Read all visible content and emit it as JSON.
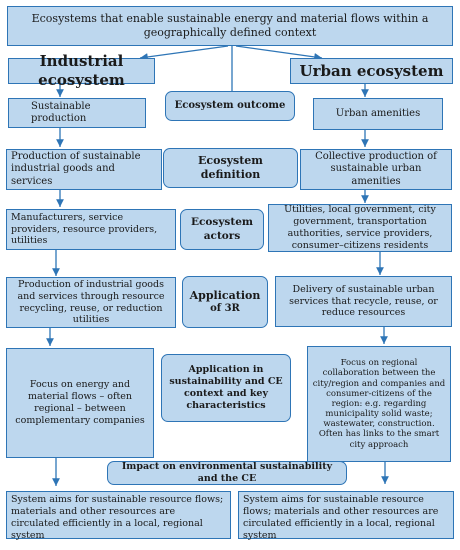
{
  "top": {
    "title": "Ecosystems that enable sustainable energy and material flows within a geographically defined context"
  },
  "left": {
    "header": "Industrial ecosystem",
    "outcome": "Sustainable production",
    "definition": "Production of sustainable industrial goods and services",
    "actors": "Manufacturers, service providers, resource providers, utilities",
    "application": "Production of industrial goods and services through resource recycling, reuse, or reduction utilities",
    "characteristics": "Focus on energy and material flows – often regional – between complementary companies",
    "impact": "System aims for sustainable resource flows; materials and other resources are circulated efficiently in a local, regional system"
  },
  "right": {
    "header": "Urban ecosystem",
    "outcome": "Urban amenities",
    "definition": "Collective production of sustainable urban amenities",
    "actors": "Utilities, local government, city government, transportation authorities, service providers, consumer–citizens residents",
    "application": "Delivery of sustainable urban services that recycle, reuse, or reduce resources",
    "characteristics": "Focus on regional collaboration between the city/region and companies and consumer-citizens of the region: e.g. regarding municipality solid waste; wastewater, construction. Often has links to the smart city approach",
    "impact": "System aims for sustainable resource flows; materials and other resources are circulated efficiently in a local, regional system"
  },
  "center": {
    "outcome": "Ecosystem outcome",
    "definition": "Ecosystem definition",
    "actors_line1": "Ecosystem",
    "actors_line2": "actors",
    "application_line1": "Application",
    "application_line2": "of 3R",
    "characteristics": "Application in sustainability and CE context and key characteristics",
    "impact": "Impact on environmental sustainability and the CE"
  }
}
